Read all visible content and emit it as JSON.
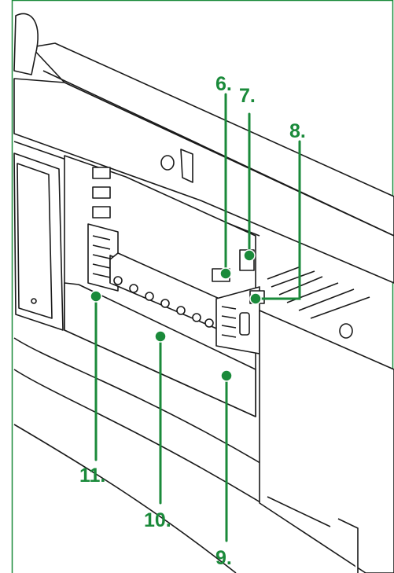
{
  "accent_color": "#1a8a3a",
  "outline_color": "#1a1a1a",
  "callouts": [
    {
      "id": "6",
      "label": "6."
    },
    {
      "id": "7",
      "label": "7."
    },
    {
      "id": "8",
      "label": "8."
    },
    {
      "id": "9",
      "label": "9."
    },
    {
      "id": "10",
      "label": "10."
    },
    {
      "id": "11",
      "label": "11."
    }
  ]
}
